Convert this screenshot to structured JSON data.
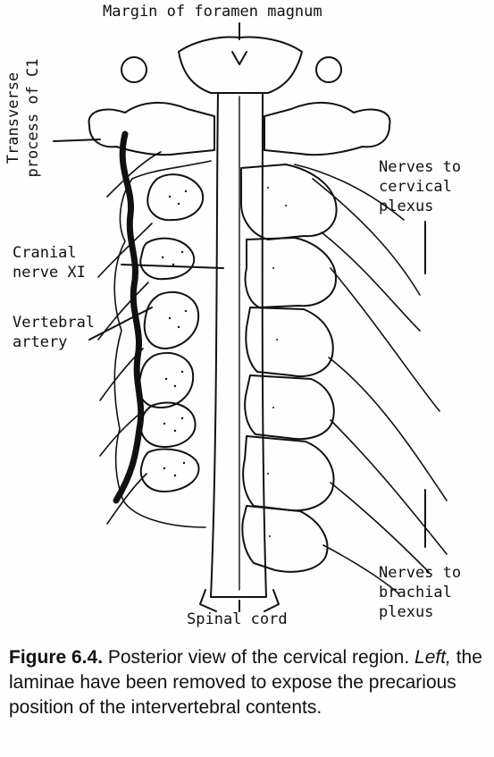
{
  "labels": {
    "top": "Margin of foramen magnum",
    "transverse_line1": "Transverse",
    "transverse_line2": "process of C1",
    "nerves_cervical_1": "Nerves to",
    "nerves_cervical_2": "cervical",
    "nerves_cervical_3": "plexus",
    "cranial_1": "Cranial",
    "cranial_2": "nerve XI",
    "vertebral_1": "Vertebral",
    "vertebral_2": "artery",
    "nerves_brachial_1": "Nerves to",
    "nerves_brachial_2": "brachial",
    "nerves_brachial_3": "plexus",
    "bottom": "Spinal cord"
  },
  "caption": {
    "figure_number": "Figure 6.4.",
    "text_1": " Posterior view of the cervical region. ",
    "left_word": "Left,",
    "text_2": " the laminae have been removed to expose the precarious position of the intervertebral contents."
  }
}
